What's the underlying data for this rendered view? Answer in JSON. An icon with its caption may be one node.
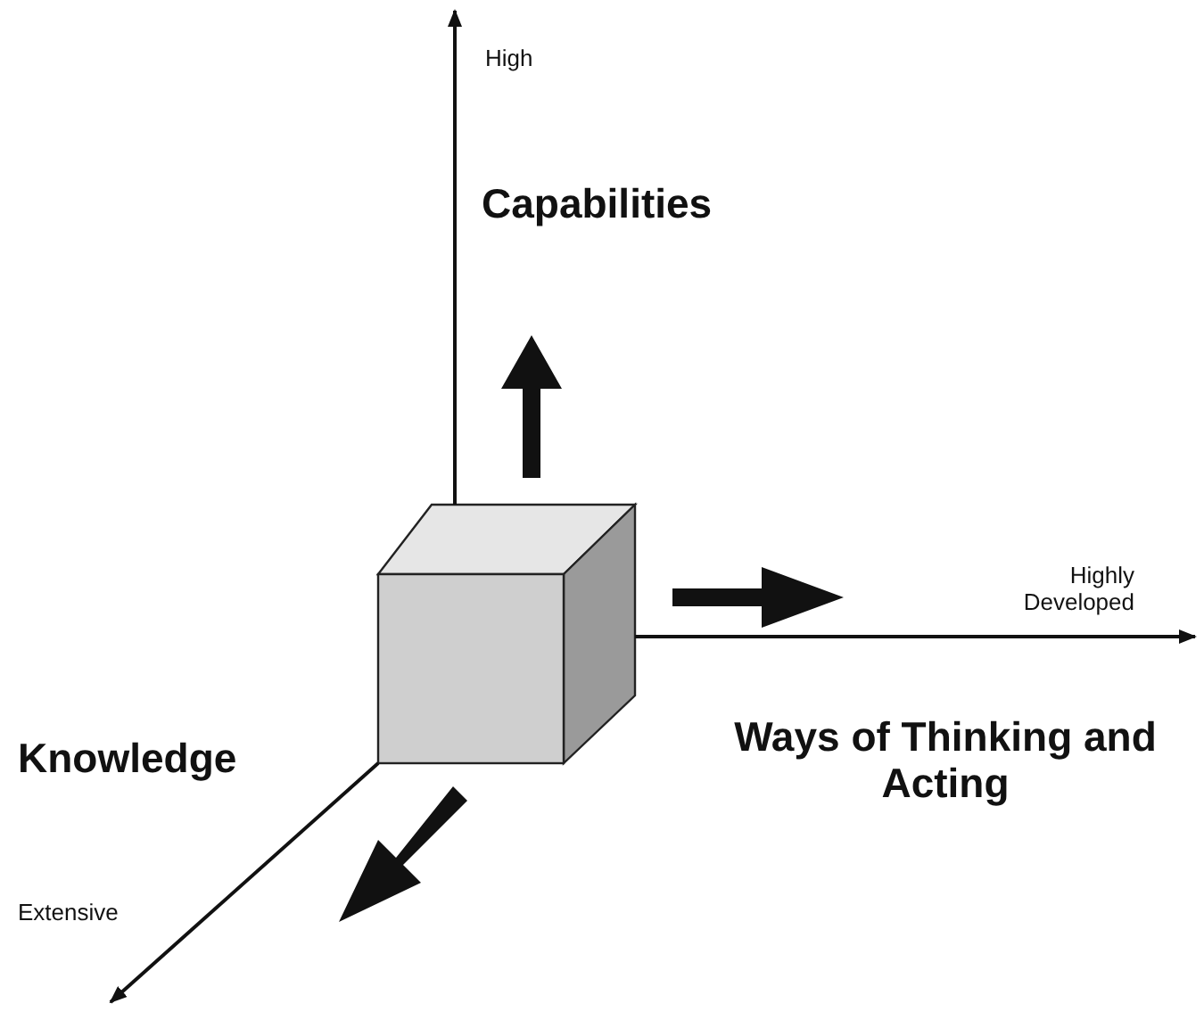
{
  "diagram": {
    "labels": [
      "High",
      "Capabilities",
      "Highly Developed",
      "Knowledge",
      "Ways of Thinking and Acting",
      "Extensive"
    ]
  }
}
